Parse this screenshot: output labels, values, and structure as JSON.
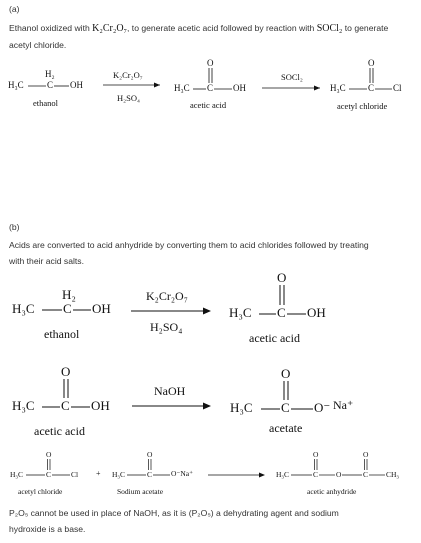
{
  "part_a": {
    "label": "(a)",
    "text_1": "Ethanol oxidized with",
    "reagent_1": "K₂Cr₂O₇",
    "text_2": ", to generate acetic acid followed by reaction with",
    "reagent_2": "SOCl₂",
    "text_3": "to generate acetyl chloride.",
    "ethanol_formula_left": "H₃C",
    "ethanol_formula_ch2": "H₂",
    "ethanol_formula_c": "C",
    "ethanol_formula_oh": "OH",
    "ethanol_name": "ethanol",
    "arrow1_top": "K₂Cr₂O₇",
    "arrow1_bottom": "H₂SO₄",
    "acid_formula_left": "H₃C",
    "acid_formula_c": "C",
    "acid_formula_o": "O",
    "acid_formula_oh": "OH",
    "acid_name": "acetic acid",
    "arrow2_top": "SOCl₂",
    "chloride_formula_left": "H₃C",
    "chloride_formula_c": "C",
    "chloride_formula_o": "O",
    "chloride_formula_cl": "Cl",
    "chloride_name": "acetyl chloride"
  },
  "part_b": {
    "label": "(b)",
    "text_1": "Acids are converted to acid anhydride by converting them to acid chlorides followed by treating",
    "text_2": "with their acid salts.",
    "r1": {
      "ethanol_left": "H₃C",
      "ethanol_ch2": "H₂",
      "ethanol_c": "C",
      "ethanol_oh": "OH",
      "ethanol_name": "ethanol",
      "arrow_top": "K₂Cr₂O₇",
      "arrow_bottom": "H₂SO₄",
      "acid_left": "H₃C",
      "acid_c": "C",
      "acid_o": "O",
      "acid_oh": "OH",
      "acid_name": "acetic acid"
    },
    "r2": {
      "acid_left": "H₃C",
      "acid_c": "C",
      "acid_o": "O",
      "acid_oh": "OH",
      "acid_name": "acetic acid",
      "arrow_top": "NaOH",
      "acetate_left": "H₃C",
      "acetate_c": "C",
      "acetate_o": "O",
      "acetate_o_minus": "O⁻",
      "acetate_na": "Na⁺",
      "acetate_name": "acetate"
    },
    "r3": {
      "chloride_left": "H₃C",
      "chloride_c": "C",
      "chloride_o": "O",
      "chloride_cl": "Cl",
      "chloride_name": "acetyl chloride",
      "plus": "+",
      "acetate_left": "H₃C",
      "acetate_c": "C",
      "acetate_o": "O",
      "acetate_o_minus": "O⁻Na⁺",
      "acetate_name": "Sodium acetate",
      "anhydride_left": "H₃C",
      "anhydride_c1": "C",
      "anhydride_o_bridge": "O",
      "anhydride_c2": "C",
      "anhydride_ch3": "CH₃",
      "anhydride_o1": "O",
      "anhydride_o2": "O",
      "anhydride_name": "acetic anhydride"
    },
    "footer_1": "P₂O₅ cannot be used in place of NaOH, as it is (P₂O₅) a dehydrating agent and sodium",
    "footer_2": "hydroxide is a base."
  }
}
